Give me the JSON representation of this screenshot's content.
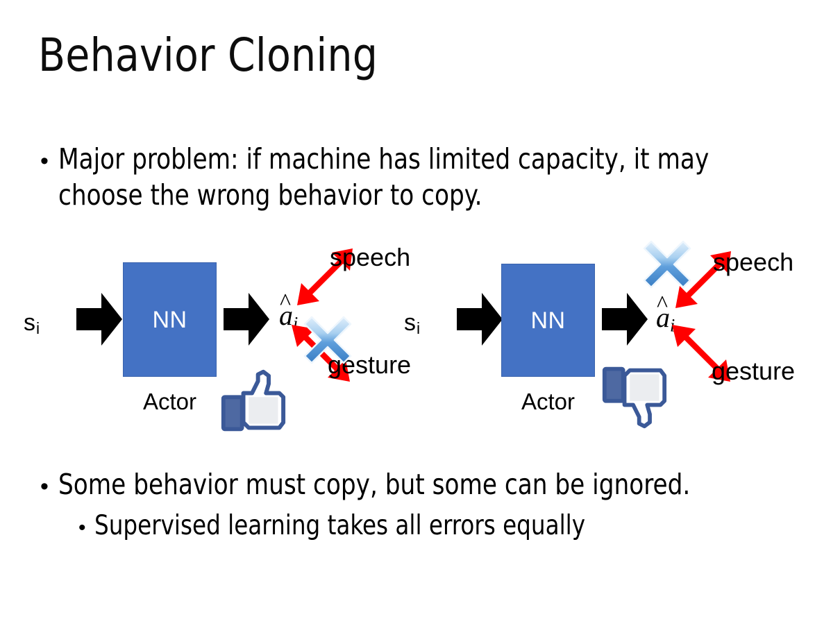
{
  "slide": {
    "title": "Behavior Cloning",
    "background_color": "#ffffff",
    "text_color": "#000000"
  },
  "bullets": [
    {
      "marker": "•",
      "text": "Major problem: if machine has limited capacity, it may choose the wrong behavior to copy.",
      "level": 1
    },
    {
      "marker": "•",
      "text": "Some behavior must copy, but some can be ignored.",
      "level": 1
    },
    {
      "marker": "•",
      "text": "Supervised learning takes all errors equally",
      "level": 2
    }
  ],
  "diagrams": [
    {
      "id": "left",
      "state_label": "s",
      "state_subscript": "i",
      "box_label": "NN",
      "box_caption": "Actor",
      "box_color": "#4472C4",
      "action_label": "a",
      "action_subscript": "i",
      "action_hat": "^",
      "outputs": [
        {
          "label": "speech",
          "crossed_out": false
        },
        {
          "label": "gesture",
          "crossed_out": true
        }
      ],
      "feedback_icon": "thumbs-up-icon",
      "arrow_color": "#FF0000",
      "x_mark_color": "#5B9BD5"
    },
    {
      "id": "right",
      "state_label": "s",
      "state_subscript": "i",
      "box_label": "NN",
      "box_caption": "Actor",
      "box_color": "#4472C4",
      "action_label": "a",
      "action_subscript": "i",
      "action_hat": "^",
      "outputs": [
        {
          "label": "speech",
          "crossed_out": true
        },
        {
          "label": "gesture",
          "crossed_out": false
        }
      ],
      "feedback_icon": "thumbs-down-icon",
      "arrow_color": "#FF0000",
      "x_mark_color": "#5B9BD5"
    }
  ]
}
